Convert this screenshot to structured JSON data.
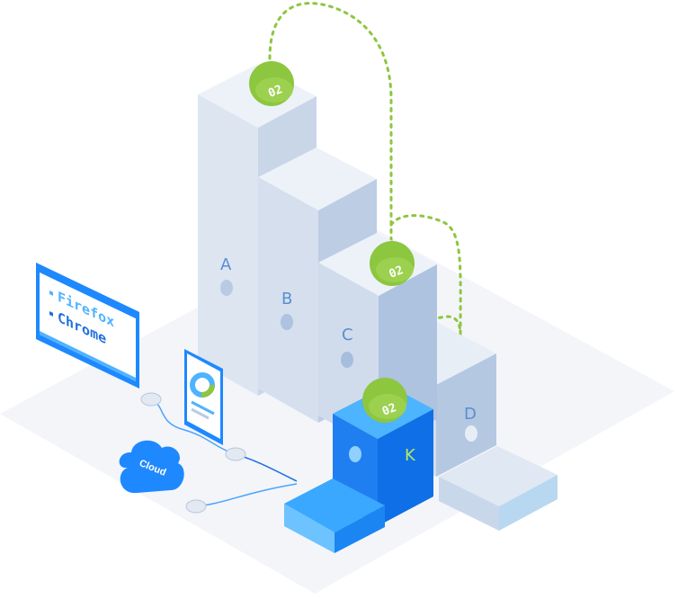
{
  "columns": [
    {
      "id": "A",
      "label": "A"
    },
    {
      "id": "B",
      "label": "B"
    },
    {
      "id": "C",
      "label": "C"
    },
    {
      "id": "D",
      "label": "D"
    },
    {
      "id": "K",
      "label": "K"
    }
  ],
  "badges": [
    {
      "label": "02"
    },
    {
      "label": "02"
    },
    {
      "label": "02"
    }
  ],
  "browser_panel": {
    "items": [
      "Firefox",
      "Chrome"
    ]
  },
  "cloud": {
    "label": "Cloud"
  },
  "colors": {
    "badge_green": "#8dc63f",
    "accent_blue": "#1e88ff",
    "light_blue": "#4fb3ff",
    "column_light": "#dfe7f2",
    "column_mid": "#c5d3e6",
    "text_blue": "#5a8ed0",
    "platform": "#f3f5f9"
  }
}
